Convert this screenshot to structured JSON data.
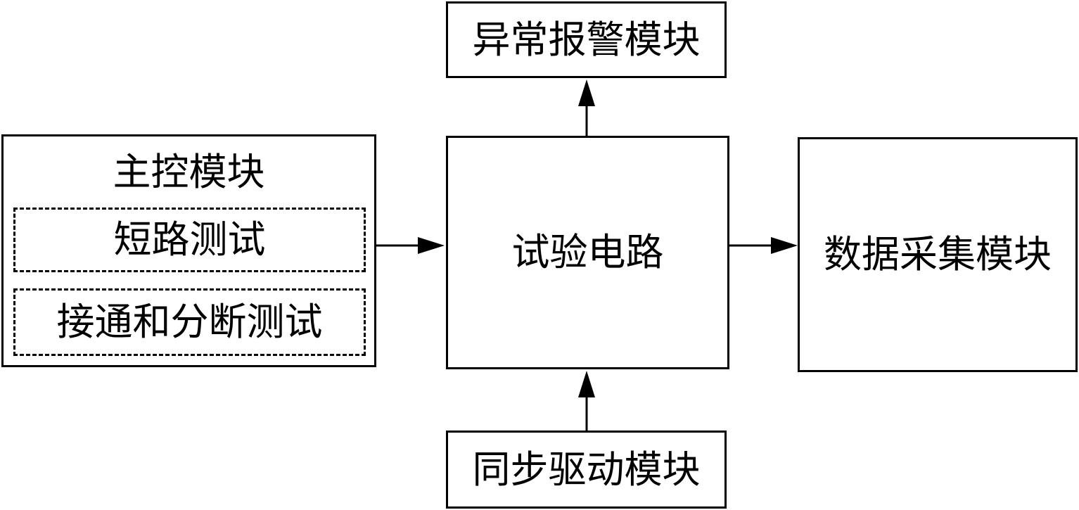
{
  "nodes": {
    "alarm": "异常报警模块",
    "master": "主控模块",
    "short_test": "短路测试",
    "make_break_test": "接通和分断测试",
    "test_circuit": "试验电路",
    "data_acquisition": "数据采集模块",
    "sync_drive": "同步驱动模块"
  },
  "edges": [
    {
      "from": "master",
      "to": "test_circuit"
    },
    {
      "from": "test_circuit",
      "to": "data_acquisition"
    },
    {
      "from": "test_circuit",
      "to": "alarm"
    },
    {
      "from": "sync_drive",
      "to": "test_circuit"
    }
  ]
}
